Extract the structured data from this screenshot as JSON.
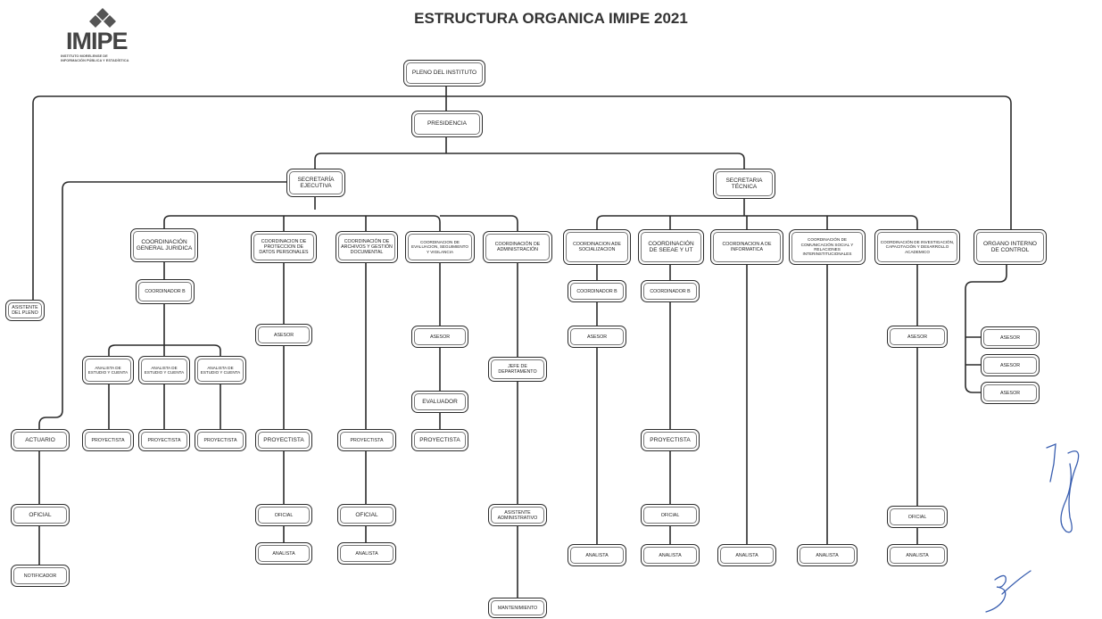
{
  "title": "ESTRUCTURA ORGANICA IMIPE 2021",
  "logo": {
    "word": "IMIPE",
    "subtitle_line1": "INSTITUTO MORELENSE DE",
    "subtitle_line2": "INFORMACIÓN PÚBLICA Y ESTADÍSTICA"
  },
  "nodes": {
    "pleno": "PLENO DEL INSTITUTO",
    "presidencia": "PRESIDENCIA",
    "sec_ejecutiva": "SECRETARÍA EJECUTIVA",
    "sec_tecnica": "SECRETARIA TÉCNICA",
    "asistente_pleno": "ASISTENTE DEL PLENO",
    "actuario": "ACTUARIO",
    "oficial_1": "OFICIAL",
    "notificador": "NOTIFICADOR",
    "coord_juridica": "COORDINACIÓN GENERAL JURIDICA",
    "coordinador_b_1": "COORDINADOR B",
    "analista_estudio_1": "ANALISTA DE ESTUDIO Y CUENTA",
    "analista_estudio_2": "ANALISTA DE ESTUDIO Y CUENTA",
    "analista_estudio_3": "ANALISTA DE ESTUDIO Y CUENTA",
    "proyectista_1": "PROYECTISTA",
    "proyectista_2": "PROYECTISTA",
    "proyectista_3": "PROYECTISTA",
    "coord_proteccion": "COORDINACION DE PROTECCION DE DATOS PERSONALES",
    "asesor_1": "ASESOR",
    "proyectista_4": "PROYECTISTA",
    "oficial_2": "OFICIAL",
    "analista_1": "ANALISTA",
    "coord_archivos": "COORDINACIÓN DE ARCHIVOS Y GESTIÓN DOCUMENTAL",
    "proyectista_5": "PROYECTISTA",
    "oficial_3": "OFICIAL",
    "analista_2": "ANALISTA",
    "coord_evaluacion": "COORDINACION DE EVALUACION, SEGUIMIENTO Y VIGILANCIA",
    "asesor_2": "ASESOR",
    "evaluador": "EVALUADOR",
    "proyectista_6": "PROYECTISTA",
    "coord_administracion": "COORDINACIÓN DE ADMINISTRACIÓN",
    "jefe_depto": "JEFE DE DEPARTAMENTO",
    "asistente_admin": "ASISTENTE ADMINISTRATIVO",
    "mantenimiento": "MANTENIMIENTO",
    "coord_socializacion": "COORDINACION ADE SOCIALIZACION",
    "coordinador_b_2": "COORDINADOR B",
    "asesor_3": "ASESOR",
    "analista_3": "ANALISTA",
    "coord_seeae": "COORDINACIÓN DE SEEAE y UT",
    "coordinador_b_3": "COORDINADOR B",
    "proyectista_7": "PROYECTISTA",
    "oficial_4": "OFICIAL",
    "analista_4": "ANALISTA",
    "coord_informatica": "COORDINACION A DE INFORMATICA",
    "analista_5": "ANALISTA",
    "coord_comunicacion": "COORDINACIÓN DE COMUNICACIÓN SOCIAL Y RELACIONES INTERINSTITUCIONALES",
    "analista_6": "ANALISTA",
    "coord_investigacion": "COORDINACIÓN DE INVESTIGACIÓN, CAPACITACIÓN Y DESARROLLO ACADEMICO",
    "asesor_4": "ASESOR",
    "oficial_5": "OFICIAL",
    "analista_7": "ANALISTA",
    "organo_control": "ORGANO INTERNO DE CONTROL",
    "asesor_oic_1": "ASESOR",
    "asesor_oic_2": "ASESOR",
    "asesor_oic_3": "ASESOR"
  }
}
